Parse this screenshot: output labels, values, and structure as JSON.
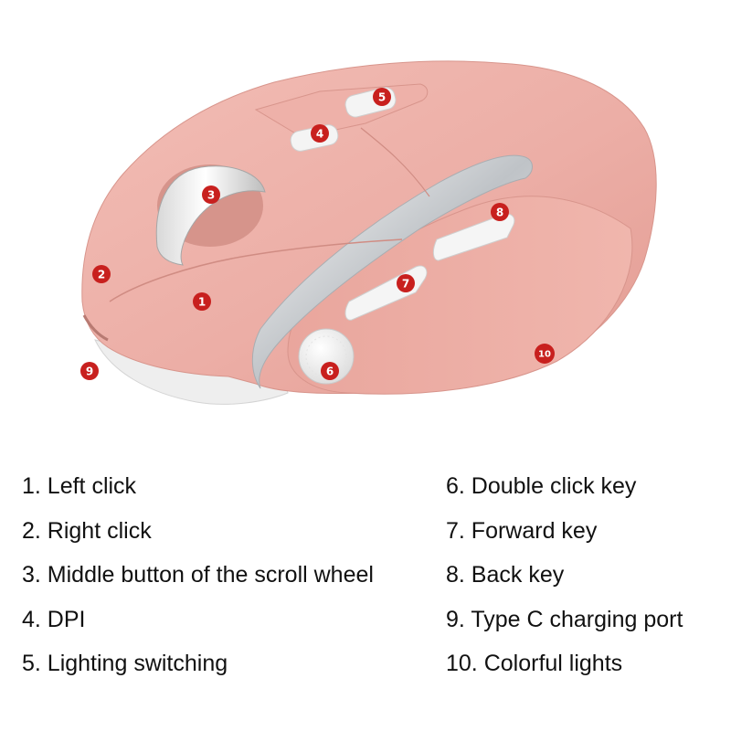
{
  "colors": {
    "body_pink": "#ecaea6",
    "marker_red": "#c8201e",
    "chrome": "#d9dcdf",
    "white_base": "#f1f1f1"
  },
  "markers": [
    {
      "id": "1",
      "label": "1"
    },
    {
      "id": "2",
      "label": "2"
    },
    {
      "id": "3",
      "label": "3"
    },
    {
      "id": "4",
      "label": "4"
    },
    {
      "id": "5",
      "label": "5"
    },
    {
      "id": "6",
      "label": "6"
    },
    {
      "id": "7",
      "label": "7"
    },
    {
      "id": "8",
      "label": "8"
    },
    {
      "id": "9",
      "label": "9"
    },
    {
      "id": "10",
      "label": "10"
    }
  ],
  "legend": {
    "left": [
      "1. Left click",
      "2. Right click",
      "3. Middle button of the scroll wheel",
      "4. DPI",
      "5. Lighting switching"
    ],
    "right": [
      "6. Double click key",
      "7. Forward key",
      "8. Back key",
      "9. Type C charging port",
      "10. Colorful lights"
    ]
  }
}
